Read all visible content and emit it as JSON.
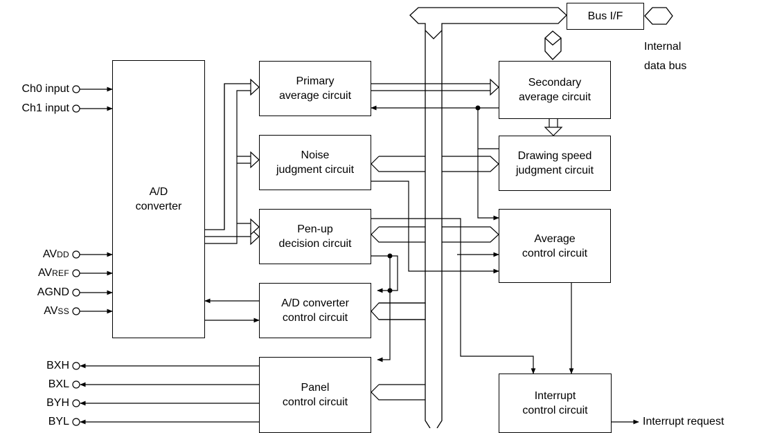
{
  "blocks": {
    "adc": [
      "A/D",
      "converter"
    ],
    "primary": [
      "Primary",
      "average circuit"
    ],
    "noise": [
      "Noise",
      "judgment circuit"
    ],
    "penup": [
      "Pen-up",
      "decision circuit"
    ],
    "adctrl": [
      "A/D converter",
      "control circuit"
    ],
    "panel": [
      "Panel",
      "control circuit"
    ],
    "secondary": [
      "Secondary",
      "average circuit"
    ],
    "speed": [
      "Drawing speed",
      "judgment circuit"
    ],
    "avgctrl": [
      "Average",
      "control circuit"
    ],
    "intctrl": [
      "Interrupt",
      "control circuit"
    ],
    "busif": "Bus I/F"
  },
  "inputs": {
    "ch0": "Ch0 input",
    "ch1": "Ch1 input"
  },
  "power_pins": {
    "avdd": {
      "main": "AV",
      "sub": "DD"
    },
    "avref": {
      "main": "AV",
      "sub": "REF"
    },
    "agnd": {
      "main": "AGND",
      "sub": ""
    },
    "avss": {
      "main": "AV",
      "sub": "SS"
    }
  },
  "panel_outputs": [
    "BXH",
    "BXL",
    "BYH",
    "BYL"
  ],
  "labels": {
    "internal_bus_line1": "Internal",
    "internal_bus_line2": "data bus",
    "interrupt_request": "Interrupt request"
  },
  "colors": {
    "line": "#000000",
    "background": "#ffffff"
  }
}
